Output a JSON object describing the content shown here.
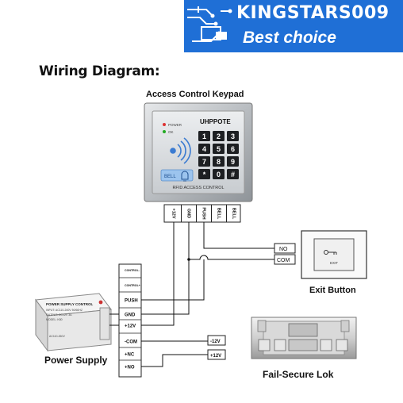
{
  "banner": {
    "brand": "KINGSTARS009",
    "tagline": "Best choice",
    "color": "#1f6fd6"
  },
  "title": "Wiring Diagram:",
  "keypad": {
    "title": "Access Control Keypad",
    "brand": "UHPPOTE",
    "led_power": "POWER",
    "led_ok": "OK",
    "bell": "BELL",
    "footer": "RFID  ACCESS  CONTROL",
    "keys": [
      "1",
      "2",
      "3",
      "4",
      "5",
      "6",
      "7",
      "8",
      "9",
      "*",
      "0",
      "#"
    ]
  },
  "keypad_terminals": [
    "+12V",
    "GND",
    "PUSH",
    "BELL",
    "BELL"
  ],
  "exit_button": {
    "label": "Exit Button",
    "plate_text": "EXIT",
    "terminals": [
      "NO",
      "COM"
    ]
  },
  "controller_terminals": [
    "CONTROL-",
    "CONTROL+",
    "PUSH",
    "GND",
    "+12V",
    "-COM",
    "+NC",
    "+NO"
  ],
  "power_supply": {
    "label": "Power Supply",
    "plate_title": "POWER SUPPLY CONTROL",
    "plate_lines": [
      "INPUT: AC110-240V 50/60HZ",
      "OUTPUT: DC12V 3A",
      "MODEL: K80"
    ],
    "plate_small": "AC110-260V"
  },
  "lock": {
    "label": "Fail-Secure Lok",
    "terminals": [
      "-12V",
      "+12V"
    ]
  }
}
